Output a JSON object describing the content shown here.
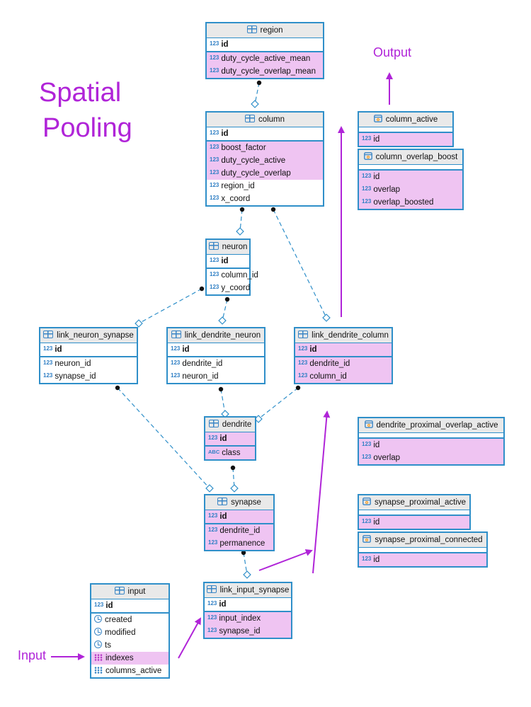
{
  "title": {
    "line1": "Spatial",
    "line2": "Pooling"
  },
  "labels": {
    "output": "Output",
    "input": "Input"
  },
  "colors": {
    "accent": "#b024d8",
    "border": "#2f8fc9",
    "highlight": "#efc4f2",
    "connector": "#2f8fc9"
  },
  "type_tags": {
    "int": "123",
    "text": "ABC"
  },
  "tables": {
    "region": {
      "name": "region",
      "kind": "table",
      "sections": [
        [
          {
            "name": "id",
            "type": "int",
            "pk": true
          }
        ],
        [
          {
            "name": "duty_cycle_active_mean",
            "type": "int",
            "hl": true
          },
          {
            "name": "duty_cycle_overlap_mean",
            "type": "int",
            "hl": true
          }
        ]
      ]
    },
    "column": {
      "name": "column",
      "kind": "table",
      "sections": [
        [
          {
            "name": "id",
            "type": "int",
            "pk": true
          }
        ],
        [
          {
            "name": "boost_factor",
            "type": "int",
            "hl": true
          },
          {
            "name": "duty_cycle_active",
            "type": "int",
            "hl": true
          },
          {
            "name": "duty_cycle_overlap",
            "type": "int",
            "hl": true
          },
          {
            "name": "region_id",
            "type": "int"
          },
          {
            "name": "x_coord",
            "type": "int"
          }
        ]
      ]
    },
    "neuron": {
      "name": "neuron",
      "kind": "table",
      "sections": [
        [
          {
            "name": "id",
            "type": "int",
            "pk": true
          }
        ],
        [
          {
            "name": "column_id",
            "type": "int"
          },
          {
            "name": "y_coord",
            "type": "int"
          }
        ]
      ]
    },
    "link_neuron_synapse": {
      "name": "link_neuron_synapse",
      "kind": "table",
      "sections": [
        [
          {
            "name": "id",
            "type": "int",
            "pk": true
          }
        ],
        [
          {
            "name": "neuron_id",
            "type": "int"
          },
          {
            "name": "synapse_id",
            "type": "int"
          }
        ]
      ]
    },
    "link_dendrite_neuron": {
      "name": "link_dendrite_neuron",
      "kind": "table",
      "sections": [
        [
          {
            "name": "id",
            "type": "int",
            "pk": true
          }
        ],
        [
          {
            "name": "dendrite_id",
            "type": "int"
          },
          {
            "name": "neuron_id",
            "type": "int"
          }
        ]
      ]
    },
    "link_dendrite_column": {
      "name": "link_dendrite_column",
      "kind": "table",
      "sections": [
        [
          {
            "name": "id",
            "type": "int",
            "pk": true,
            "hl": true
          }
        ],
        [
          {
            "name": "dendrite_id",
            "type": "int",
            "hl": true
          },
          {
            "name": "column_id",
            "type": "int",
            "hl": true
          }
        ]
      ]
    },
    "dendrite": {
      "name": "dendrite",
      "kind": "table",
      "sections": [
        [
          {
            "name": "id",
            "type": "int",
            "pk": true,
            "hl": true
          }
        ],
        [
          {
            "name": "class",
            "type": "text",
            "hl": true
          }
        ]
      ]
    },
    "synapse": {
      "name": "synapse",
      "kind": "table",
      "sections": [
        [
          {
            "name": "id",
            "type": "int",
            "pk": true,
            "hl": true
          }
        ],
        [
          {
            "name": "dendrite_id",
            "type": "int",
            "hl": true
          },
          {
            "name": "permanence",
            "type": "int",
            "hl": true
          }
        ]
      ]
    },
    "link_input_synapse": {
      "name": "link_input_synapse",
      "kind": "table",
      "sections": [
        [
          {
            "name": "id",
            "type": "int",
            "pk": true
          }
        ],
        [
          {
            "name": "input_index",
            "type": "int",
            "hl": true
          },
          {
            "name": "synapse_id",
            "type": "int",
            "hl": true
          }
        ]
      ]
    },
    "input": {
      "name": "input",
      "kind": "table",
      "sections": [
        [
          {
            "name": "id",
            "type": "int",
            "pk": true
          }
        ],
        [
          {
            "name": "created",
            "type": "time"
          },
          {
            "name": "modified",
            "type": "time"
          },
          {
            "name": "ts",
            "type": "time"
          },
          {
            "name": "indexes",
            "type": "array",
            "hl": true
          },
          {
            "name": "columns_active",
            "type": "array"
          }
        ]
      ]
    },
    "column_active": {
      "name": "column_active",
      "kind": "view",
      "sections": [
        [
          {
            "name": "id",
            "type": "int",
            "hl": true
          }
        ]
      ]
    },
    "column_overlap_boost": {
      "name": "column_overlap_boost",
      "kind": "view",
      "sections": [
        [
          {
            "name": "id",
            "type": "int",
            "hl": true
          },
          {
            "name": "overlap",
            "type": "int",
            "hl": true
          },
          {
            "name": "overlap_boosted",
            "type": "int",
            "hl": true
          }
        ]
      ]
    },
    "dendrite_proximal_overlap_active": {
      "name": "dendrite_proximal_overlap_active",
      "kind": "view",
      "sections": [
        [
          {
            "name": "id",
            "type": "int",
            "hl": true
          },
          {
            "name": "overlap",
            "type": "int",
            "hl": true
          }
        ]
      ]
    },
    "synapse_proximal_active": {
      "name": "synapse_proximal_active",
      "kind": "view",
      "sections": [
        [
          {
            "name": "id",
            "type": "int",
            "hl": true
          }
        ]
      ]
    },
    "synapse_proximal_connected": {
      "name": "synapse_proximal_connected",
      "kind": "view",
      "sections": [
        [
          {
            "name": "id",
            "type": "int",
            "hl": true
          }
        ]
      ]
    }
  }
}
